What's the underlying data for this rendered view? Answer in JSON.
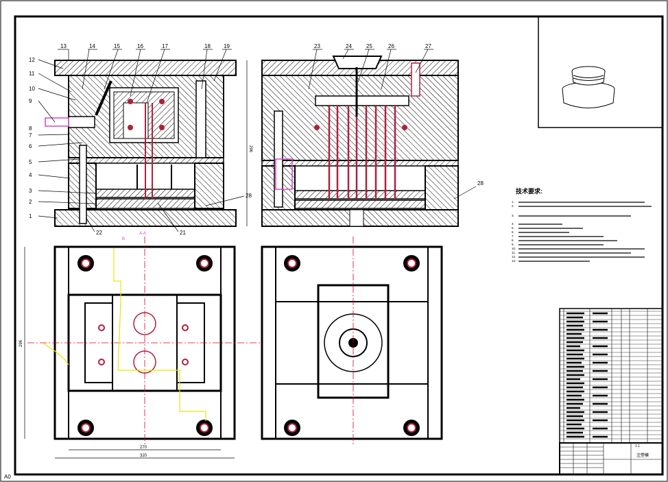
{
  "sheet": {
    "size_label": "A0"
  },
  "balloons": {
    "left": [
      "12",
      "11",
      "10",
      "9",
      "8",
      "7",
      "6",
      "5",
      "4",
      "3",
      "2",
      "1"
    ],
    "top": [
      "13",
      "14",
      "15",
      "16",
      "17",
      "18",
      "19",
      "23",
      "24",
      "25",
      "26",
      "27"
    ],
    "bottom": [
      "22",
      "21"
    ],
    "right": [
      "28",
      "28"
    ]
  },
  "dimensions": {
    "height_front": "296",
    "plan_height": "296",
    "plan_width_inner": "270",
    "plan_width_outer": "320"
  },
  "section_markers": {
    "a": "A-A",
    "b": "B"
  },
  "tech_requirements": {
    "title": "技术要求:",
    "lines": [
      "1.",
      "2.",
      "3.",
      "4.",
      "5.",
      "6.",
      "7.",
      "8.",
      "9.",
      "10.",
      "11.",
      "12.",
      "13."
    ]
  },
  "title_block": {
    "scale": "1:1",
    "title": "注塑模"
  },
  "colors": {
    "line": "#000000",
    "hatch": "#000000",
    "center_line": "#e0001b",
    "pink": "#d24cc8",
    "yellow": "#e6e600",
    "water": "#b0203a"
  }
}
